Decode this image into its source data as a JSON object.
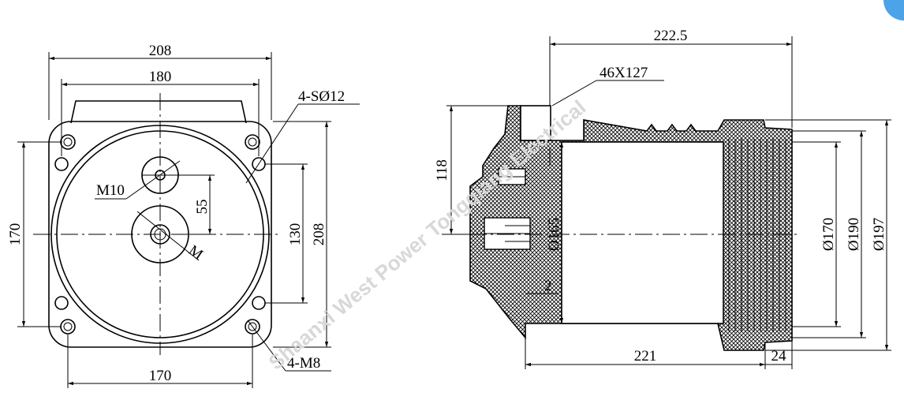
{
  "front_view": {
    "width_outer": "208",
    "width_inner": "180",
    "bottom_width": "170",
    "left_height": "170",
    "height_inner": "130",
    "height_outer": "208",
    "offset": "55",
    "corner_holes": "4-SØ12",
    "corner_threads": "4-M8",
    "small_thread": "M10",
    "main_thread": "M"
  },
  "side_view": {
    "length_top": "222.5",
    "window": "46X127",
    "height_left": "118",
    "inner_dia": "Ø165",
    "gap": "2",
    "length_bottom": "221",
    "thread_len": "24",
    "dia_1": "Ø170",
    "dia_2": "Ø190",
    "dia_3": "Ø197"
  },
  "watermark": "Shaanxi West Power Tongqiang Electrical",
  "colors": {
    "ink": "#000000",
    "watermark": "#d8d8d8",
    "badge": "#4da3e8"
  }
}
